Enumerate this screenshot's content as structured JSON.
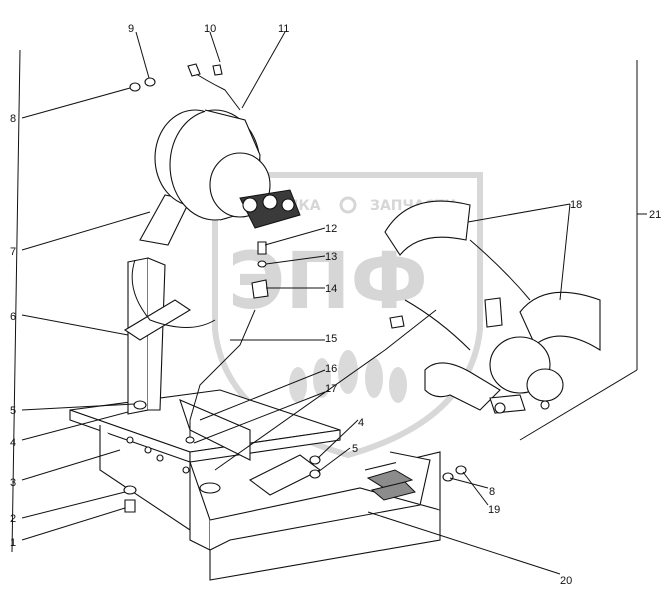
{
  "watermark": {
    "brand_left": "ТЕХНИКА",
    "brand_right": "ЗАПЧАСТИ",
    "logo": "ЭПФ"
  },
  "callouts": [
    "1",
    "2",
    "3",
    "4",
    "4",
    "5",
    "5",
    "6",
    "7",
    "8",
    "8",
    "9",
    "10",
    "11",
    "12",
    "13",
    "14",
    "15",
    "16",
    "17",
    "18",
    "19",
    "20",
    "21"
  ]
}
